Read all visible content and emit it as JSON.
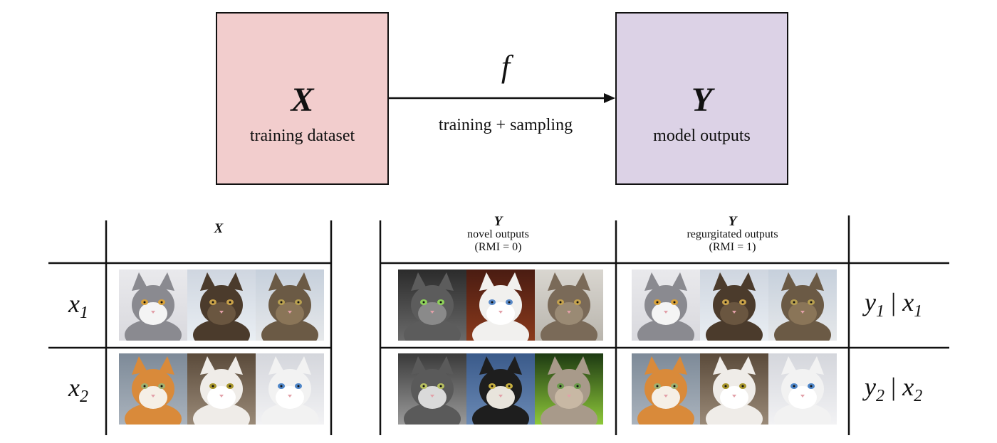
{
  "top": {
    "left_box": {
      "symbol": "X",
      "caption": "training dataset",
      "color": "#f2cdcd"
    },
    "right_box": {
      "symbol": "Y",
      "caption": "model outputs",
      "color": "#dcd2e6"
    },
    "function_label": "f",
    "arrow_caption": "training + sampling"
  },
  "table": {
    "headers": {
      "x": {
        "symbol": "X"
      },
      "novel": {
        "symbol": "Y",
        "line1": "novel outputs",
        "line2": "(RMI = 0)"
      },
      "regurgitated": {
        "symbol": "Y",
        "line1": "regurgitated outputs",
        "line2": "(RMI = 1)"
      }
    },
    "rows": [
      {
        "x_var": "x",
        "x_sub": "1",
        "y_var": "y",
        "y_sub": "1",
        "bar": "|",
        "cond_var": "x",
        "cond_sub": "1",
        "x_images": [
          "grey-white-cat",
          "tabby-cat-standing",
          "tabby-cat-lying"
        ],
        "novel_images": [
          "bw-tabby-cat",
          "white-cat-odd-eyes",
          "tabby-cat-lying-2"
        ],
        "regurgitated_images": [
          "grey-white-cat",
          "tabby-cat-standing",
          "tabby-cat-lying"
        ]
      },
      {
        "x_var": "x",
        "x_sub": "2",
        "y_var": "y",
        "y_sub": "2",
        "bar": "|",
        "cond_var": "x",
        "cond_sub": "2",
        "x_images": [
          "orange-white-cat",
          "white-cat-closeup",
          "white-cat-blue-eye"
        ],
        "novel_images": [
          "bw-tabby-white-cat",
          "black-white-cat",
          "grey-cat-green-bg"
        ],
        "regurgitated_images": [
          "orange-white-cat",
          "white-cat-closeup",
          "white-cat-blue-eye"
        ]
      }
    ]
  }
}
